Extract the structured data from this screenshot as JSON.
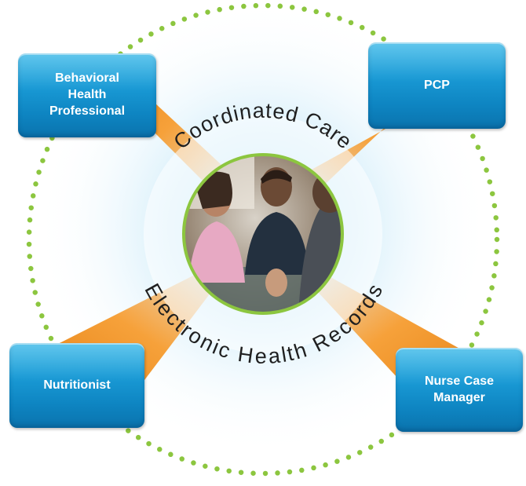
{
  "diagram": {
    "ring_top_label": "Coordinated Care",
    "ring_bottom_label": "Electronic Health Records",
    "center_image": "photo of two patients consulting with a clinician",
    "roles": [
      {
        "id": "behavioral",
        "label": "Behavioral\nHealth\nProfessional"
      },
      {
        "id": "pcp",
        "label": "PCP"
      },
      {
        "id": "nutritionist",
        "label": "Nutritionist"
      },
      {
        "id": "nurse",
        "label": "Nurse Case\nManager"
      }
    ],
    "colors": {
      "box_blue": "#1a9bd6",
      "beam_orange": "#f0901e",
      "dot_green": "#8cc63f",
      "glow_blue": "#cdeaf8",
      "photo_ring_green": "#8cc63f",
      "label_text": "#1f1f1f"
    }
  }
}
